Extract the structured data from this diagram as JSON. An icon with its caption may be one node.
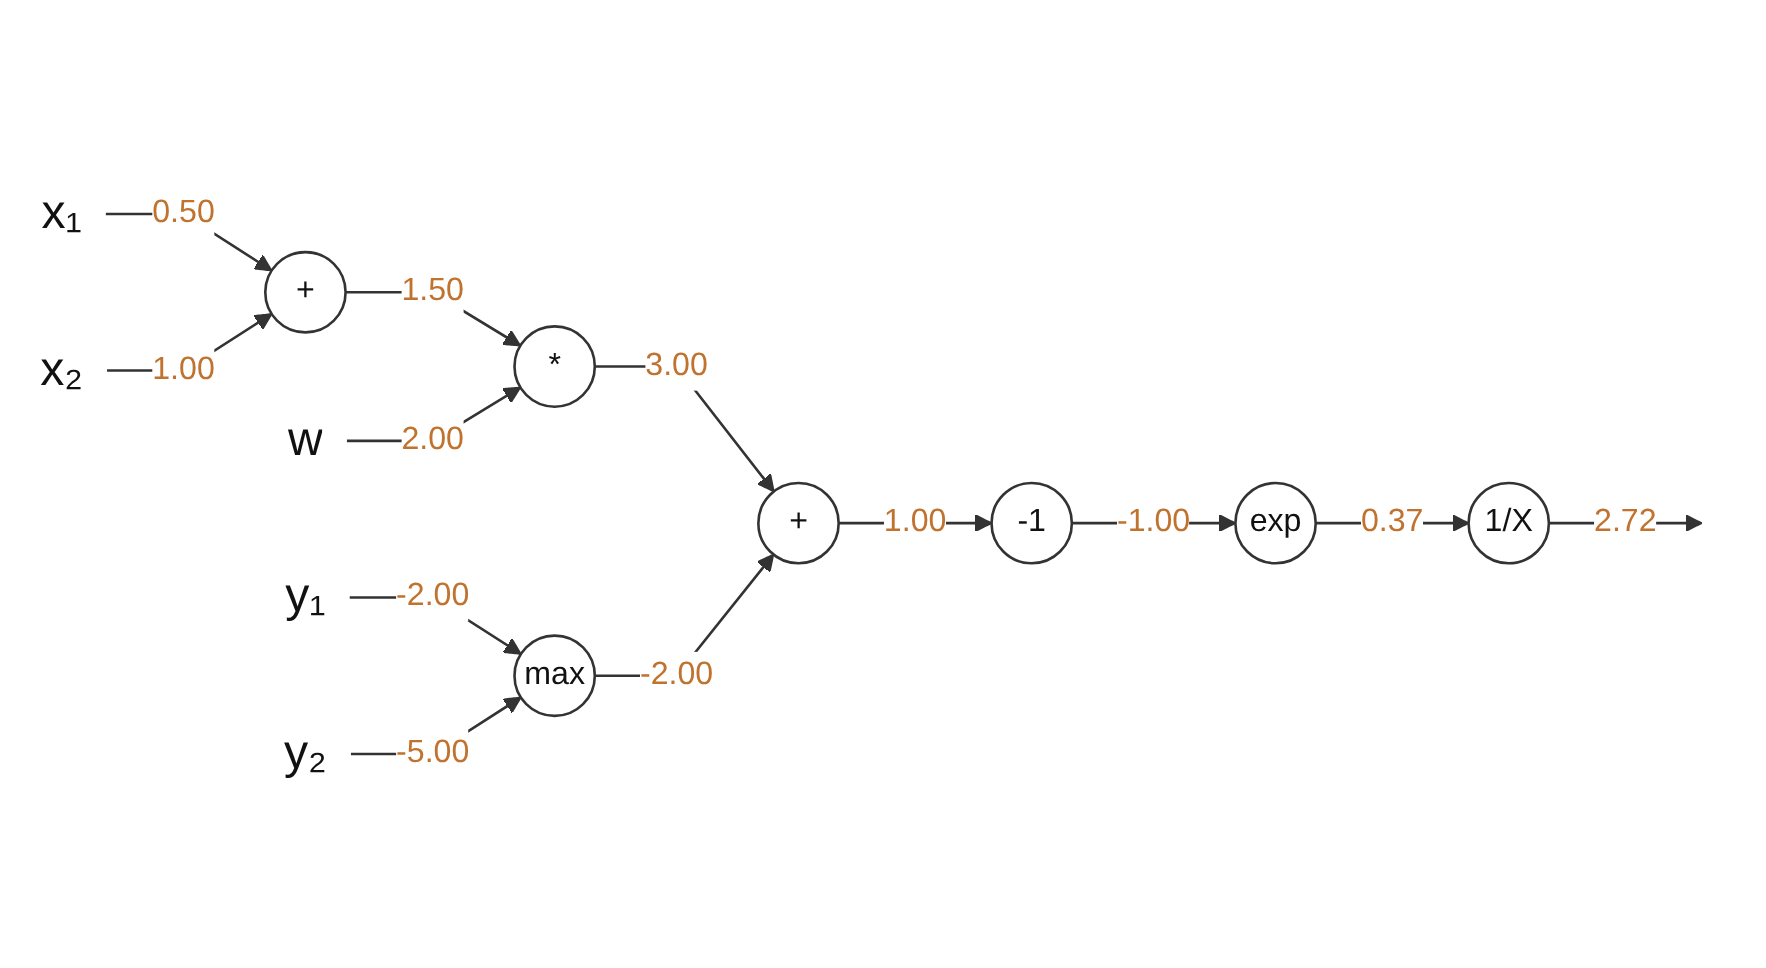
{
  "diagram": {
    "nodes": [
      {
        "text": [
          "x₁"
        ]
      },
      {
        "text": [
          "x₂"
        ]
      },
      {
        "text": [
          "w"
        ]
      },
      {
        "text": [
          "y₁"
        ]
      },
      {
        "text": [
          "y₂"
        ]
      },
      {
        "text": [
          "+"
        ]
      },
      {
        "text": [
          "*"
        ]
      },
      {
        "text": [
          "max"
        ]
      },
      {
        "text": [
          "+"
        ]
      },
      {
        "text": [
          "-1"
        ]
      },
      {
        "text": [
          "exp"
        ]
      },
      {
        "text": [
          "1/X"
        ]
      }
    ],
    "edges": [
      {
        "from": 0,
        "to": 5,
        "arrow": "to",
        "label": "0.50"
      },
      {
        "from": 1,
        "to": 5,
        "arrow": "to",
        "label": "1.00"
      },
      {
        "from": 5,
        "to": 6,
        "arrow": "to",
        "label": "1.50"
      },
      {
        "from": 2,
        "to": 6,
        "arrow": "to",
        "label": "2.00"
      },
      {
        "from": 6,
        "to": 8,
        "arrow": "to",
        "label": "3.00"
      },
      {
        "from": 3,
        "to": 7,
        "arrow": "to",
        "label": "-2.00"
      },
      {
        "from": 4,
        "to": 7,
        "arrow": "to",
        "label": "-5.00"
      },
      {
        "from": 7,
        "to": 8,
        "arrow": "to",
        "label": "-2.00"
      },
      {
        "from": 8,
        "to": 9,
        "arrow": "to",
        "label": "1.00"
      },
      {
        "from": 9,
        "to": 10,
        "arrow": "to",
        "label": "-1.00"
      },
      {
        "from": 10,
        "to": 11,
        "arrow": "to",
        "label": "0.37"
      },
      {
        "from": 11,
        "to": null,
        "arrow": "to",
        "label": "2.72"
      }
    ]
  }
}
